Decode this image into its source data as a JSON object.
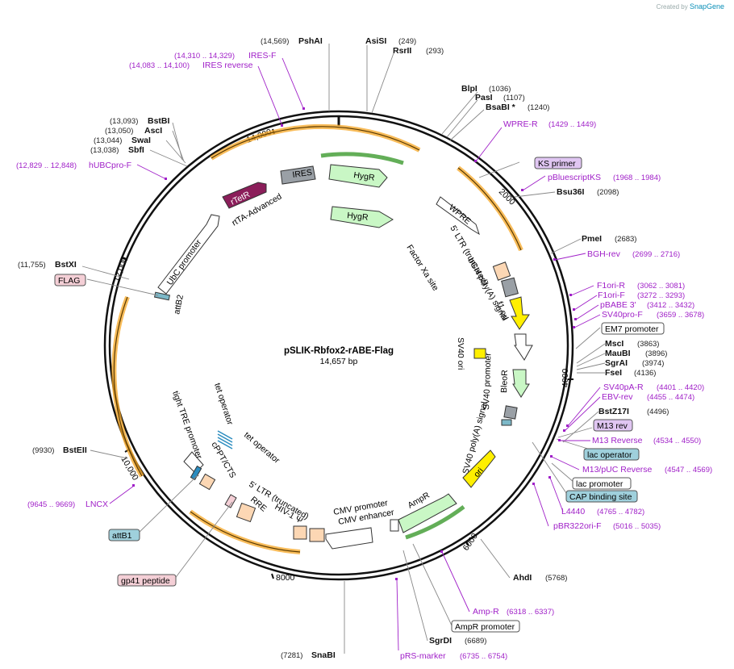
{
  "credit": {
    "prefix": "Created by",
    "brand": "SnapGene"
  },
  "plasmid": {
    "name": "pSLIK-Rbfox2-rABE-Flag",
    "size": "14,657 bp"
  },
  "ticks": [
    "2000",
    "4000",
    "6000",
    "8000",
    "10,000",
    "12,000",
    "14,000"
  ],
  "enzymes": [
    {
      "name": "PshAI",
      "pos": "(14,569)"
    },
    {
      "name": "AsiSI",
      "pos": "(249)"
    },
    {
      "name": "RsrII",
      "pos": "(293)"
    },
    {
      "name": "BlpI",
      "pos": "(1036)"
    },
    {
      "name": "PasI",
      "pos": "(1107)"
    },
    {
      "name": "BsaBI *",
      "pos": "(1240)"
    },
    {
      "name": "Bsu36I",
      "pos": "(2098)"
    },
    {
      "name": "PmeI",
      "pos": "(2683)"
    },
    {
      "name": "MscI",
      "pos": "(3863)"
    },
    {
      "name": "MauBI",
      "pos": "(3896)"
    },
    {
      "name": "SgrAI",
      "pos": "(3974)"
    },
    {
      "name": "FseI",
      "pos": "(4136)"
    },
    {
      "name": "BstZ17I",
      "pos": "(4496)"
    },
    {
      "name": "AhdI",
      "pos": "(5768)"
    },
    {
      "name": "SgrDI",
      "pos": "(6689)"
    },
    {
      "name": "SnaBI",
      "pos": "(7281)"
    },
    {
      "name": "BstEII",
      "pos": "(9930)"
    },
    {
      "name": "BstXI",
      "pos": "(11,755)"
    },
    {
      "name": "SbfI",
      "pos": "(13,038)"
    },
    {
      "name": "SwaI",
      "pos": "(13,044)"
    },
    {
      "name": "AscI",
      "pos": "(13,050)"
    },
    {
      "name": "BstBI",
      "pos": "(13,093)"
    }
  ],
  "primers": [
    {
      "name": "IRES-F",
      "pos": "(14,310 .. 14,329)"
    },
    {
      "name": "IRES reverse",
      "pos": "(14,083 .. 14,100)"
    },
    {
      "name": "WPRE-R",
      "pos": "(1429 .. 1449)"
    },
    {
      "name": "pBluescriptKS",
      "pos": "(1968 .. 1984)"
    },
    {
      "name": "BGH-rev",
      "pos": "(2699 .. 2716)"
    },
    {
      "name": "F1ori-R",
      "pos": "(3062 .. 3081)"
    },
    {
      "name": "F1ori-F",
      "pos": "(3272 .. 3293)"
    },
    {
      "name": "pBABE 3'",
      "pos": "(3412 .. 3432)"
    },
    {
      "name": "SV40pro-F",
      "pos": "(3659 .. 3678)"
    },
    {
      "name": "SV40pA-R",
      "pos": "(4401 .. 4420)"
    },
    {
      "name": "EBV-rev",
      "pos": "(4455 .. 4474)"
    },
    {
      "name": "M13 Reverse",
      "pos": "(4534 .. 4550)"
    },
    {
      "name": "M13/pUC Reverse",
      "pos": "(4547 .. 4569)"
    },
    {
      "name": "L4440",
      "pos": "(4765 .. 4782)"
    },
    {
      "name": "pBR322ori-F",
      "pos": "(5016 .. 5035)"
    },
    {
      "name": "Amp-R",
      "pos": "(6318 .. 6337)"
    },
    {
      "name": "pRS-marker",
      "pos": "(6735 .. 6754)"
    },
    {
      "name": "LNCX",
      "pos": "(9645 .. 9669)"
    },
    {
      "name": "hUBCpro-F",
      "pos": "(12,829 .. 12,848)"
    }
  ],
  "boxed_labels": {
    "ks_primer": "KS primer",
    "em7": "EM7 promoter",
    "m13rev": "M13 rev",
    "lac_operator": "lac operator",
    "lac_promoter": "lac promoter",
    "cap": "CAP binding site",
    "ampr_promoter": "AmpR promoter",
    "attb1": "attB1",
    "gp41": "gp41 peptide",
    "flag": "FLAG"
  },
  "features": {
    "rtetr": "rTetR",
    "rtta": "rtTA-Advanced",
    "ires": "IRES",
    "hygr1": "HygR",
    "hygr2": "HygR",
    "wpre": "WPRE",
    "ltr3": "5' LTR (truncated)",
    "bgh": "bGH poly(A) signal",
    "factorxa": "Factor Xa site",
    "f1ori": "f1 ori",
    "sv40ori": "SV40 ori",
    "sv40prom": "SV40 promoter",
    "bleor": "BleoR",
    "sv40pa": "SV40 poly(A) signal",
    "ori": "ori",
    "ampr": "AmpR",
    "cmvprom": "CMV promoter",
    "cmvenh": "CMV enhancer",
    "ltr5": "5' LTR (truncated)",
    "hiv": "HIV-1 Ψ",
    "rre": "RRE",
    "cppt": "cPPT/CTS",
    "tetop1": "tet operator",
    "tetop2": "tet operator",
    "tre": "tight TRE promoter",
    "attb2": "attB2",
    "ubc": "UbC promoter"
  },
  "colors": {
    "ring": "#111111",
    "orf_orange": "#f5a623",
    "orf_green": "#3c9a2e",
    "primer": "#a020c8",
    "rtetr": "#8b1e5a",
    "hygr": "#c9f7c5",
    "yellow": "#ffef00",
    "peach": "#fcd7b4",
    "gray": "#9aa0a6",
    "attb": "#7cb8c8",
    "gp41": "#f4cfd6",
    "m13rev": "#e0c6f2"
  }
}
